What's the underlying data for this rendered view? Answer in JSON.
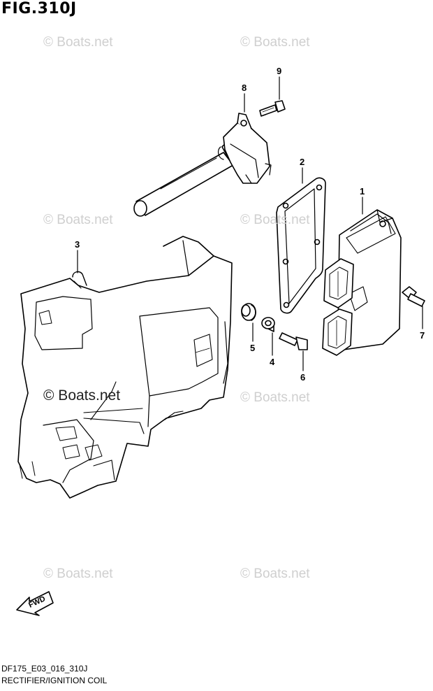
{
  "figure": {
    "title": "FIG.310J"
  },
  "watermarks": [
    "© Boats.net",
    "© Boats.net",
    "© Boats.net",
    "© Boats.net",
    "© Boats.net",
    "© Boats.net",
    "© Boats.net",
    "© Boats.net"
  ],
  "callouts": {
    "p1": "1",
    "p2": "2",
    "p3": "3",
    "p4": "4",
    "p5": "5",
    "p6": "6",
    "p7": "7",
    "p8": "8",
    "p9": "9"
  },
  "fwd_arrow": {
    "label": "FWD"
  },
  "footer": {
    "code": "DF175_E03_016_310J",
    "caption": "RECTIFIER/IGNITION COIL"
  }
}
